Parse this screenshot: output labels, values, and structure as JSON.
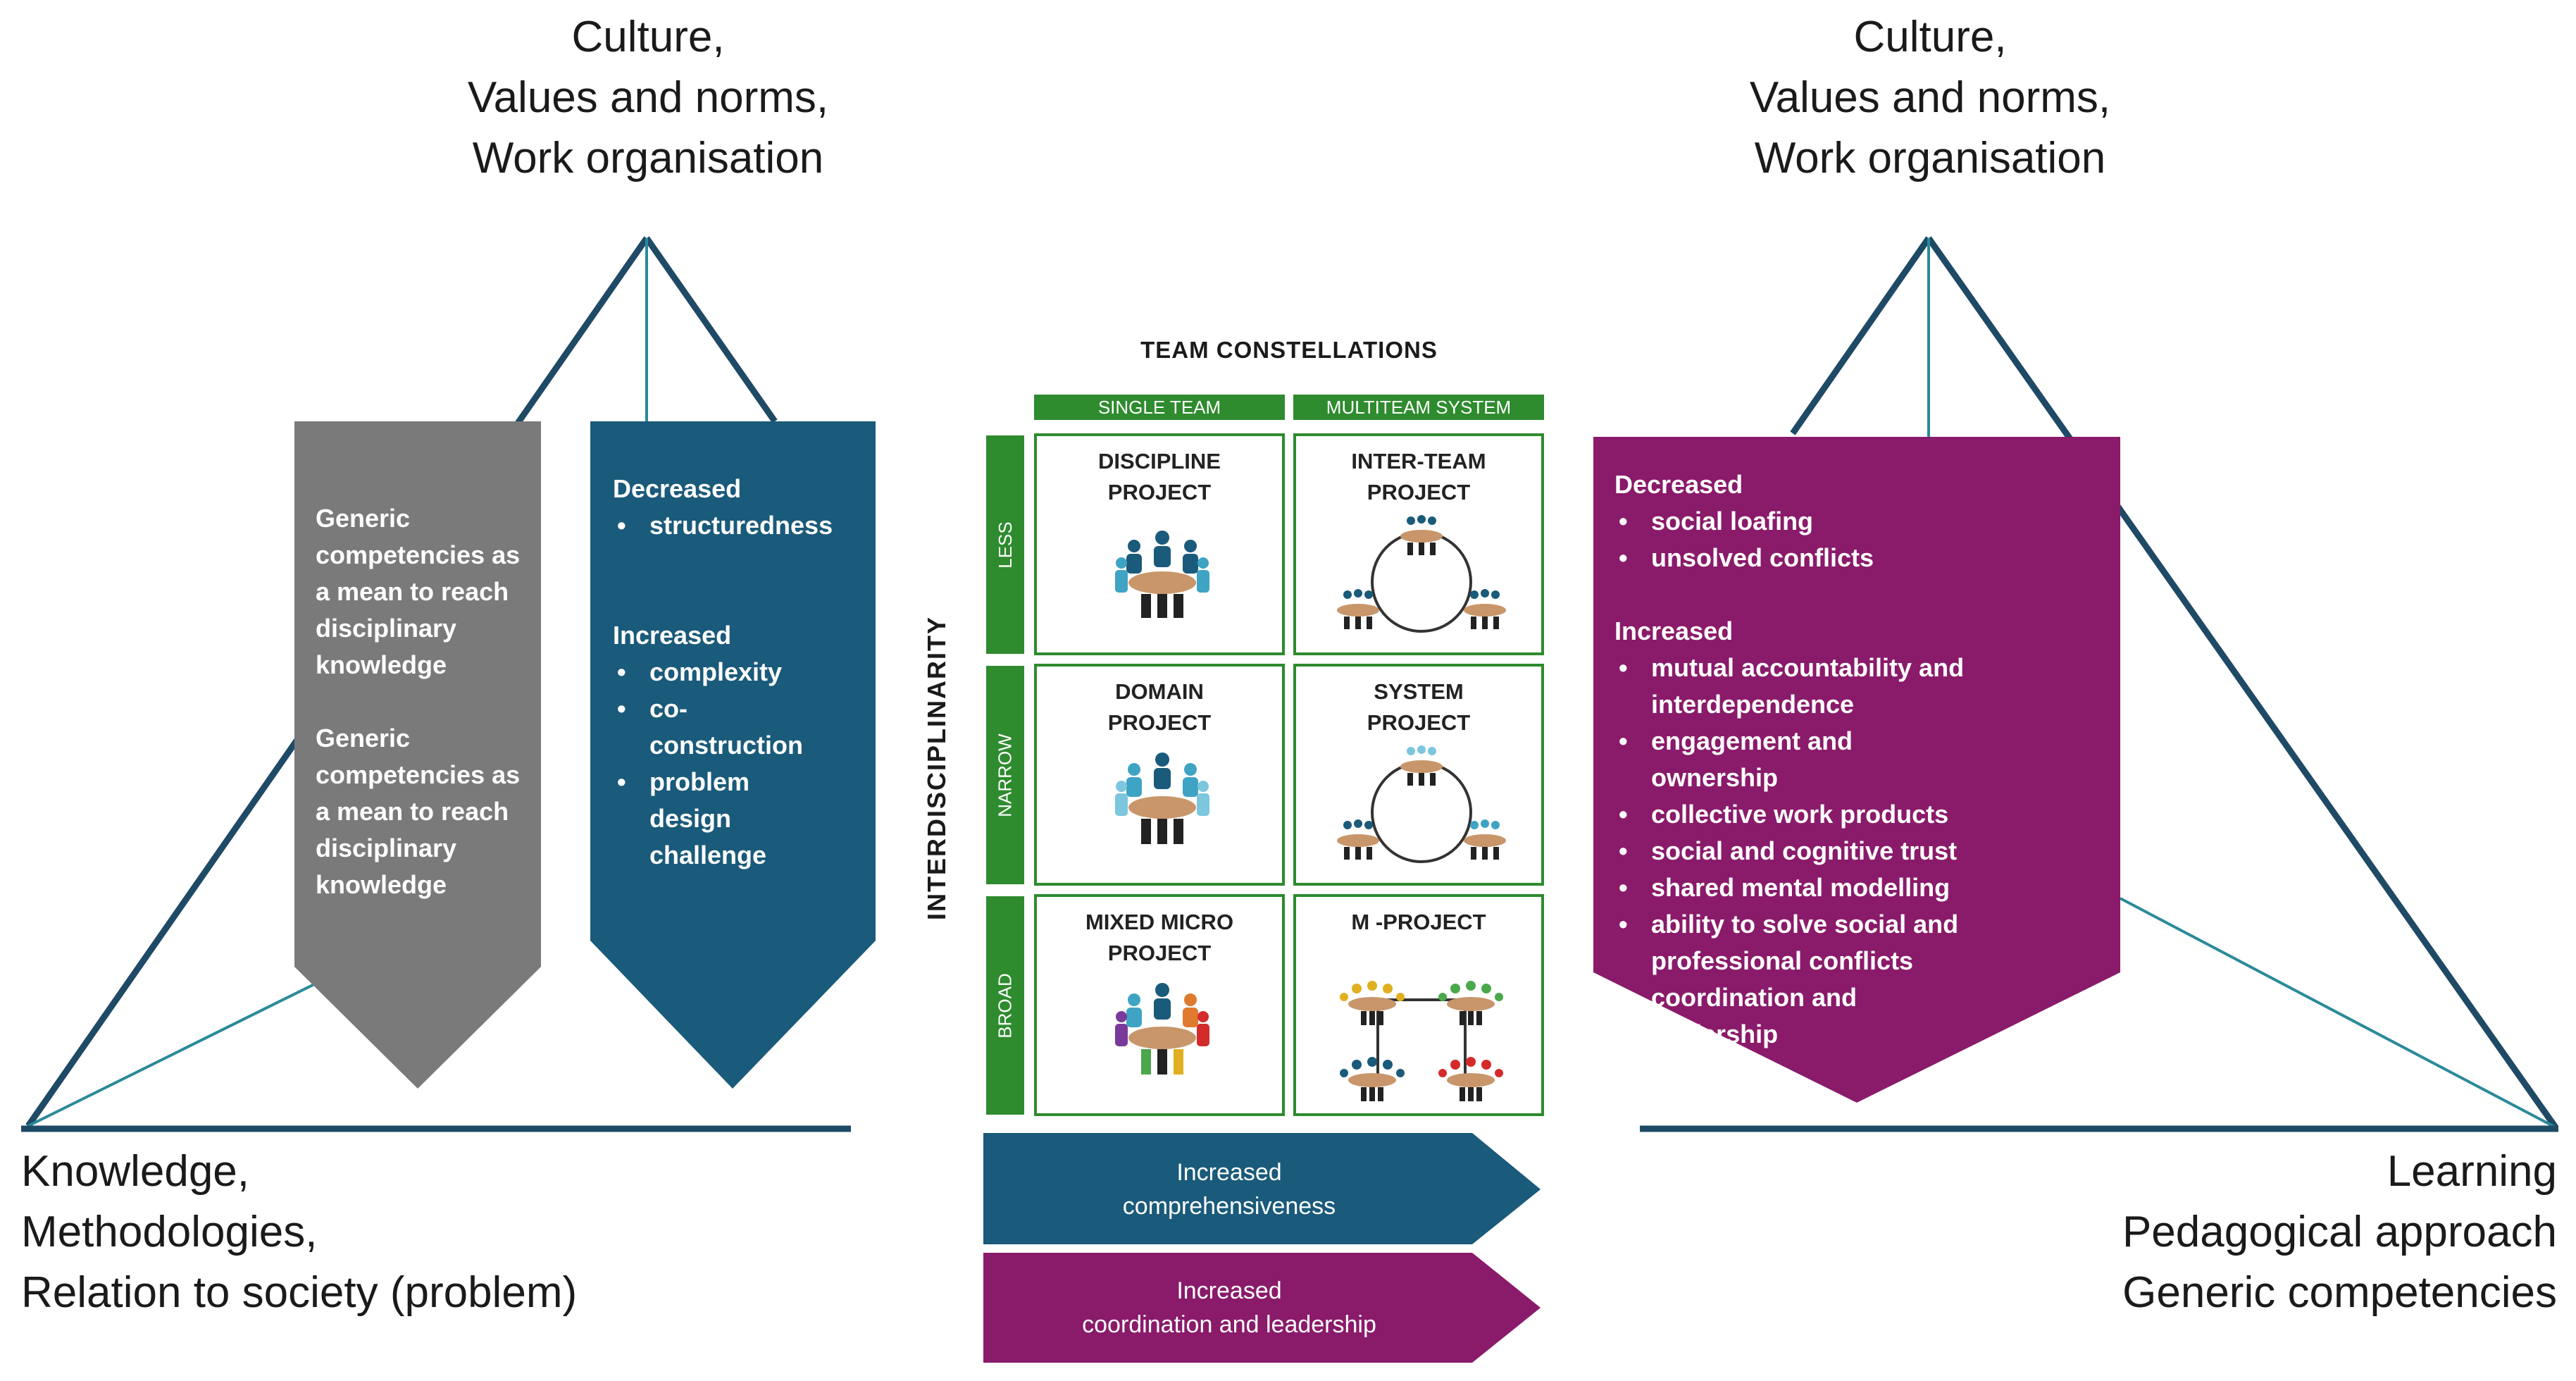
{
  "left_triangle": {
    "top_label": [
      "Culture,",
      "Values and norms,",
      "Work organisation"
    ],
    "bottom_left_label": [
      "Knowledge,",
      "Methodologies,",
      "Relation to society (problem)"
    ]
  },
  "right_triangle": {
    "top_label": [
      "Culture,",
      "Values and norms,",
      "Work organisation"
    ],
    "bottom_right_label": [
      "Learning",
      "Pedagogical approach",
      "Generic competencies"
    ]
  },
  "grey_shield": {
    "paragraphs": [
      "Generic competencies as a mean to reach disciplinary knowledge",
      "Generic competencies as a mean to reach disciplinary knowledge"
    ]
  },
  "blue_shield": {
    "decreased_heading": "Decreased",
    "decreased_items": [
      "structuredness"
    ],
    "increased_heading": "Increased",
    "increased_items": [
      "complexity",
      "co-construction",
      "problem design challenge"
    ]
  },
  "purple_shield": {
    "decreased_heading": "Decreased",
    "decreased_items": [
      "social loafing",
      "unsolved conflicts"
    ],
    "increased_heading": "Increased",
    "increased_items": [
      "mutual accountability and interdependence",
      "engagement and ownership",
      "collective work products",
      "social and cognitive trust",
      "shared mental modelling",
      "ability to solve social and professional conflicts",
      "coordination and leadership"
    ]
  },
  "team_constellations": {
    "title": "TEAM CONSTELLATIONS",
    "axis_label": "INTERDISCIPLINARITY",
    "columns": [
      "SINGLE TEAM",
      "MULTITEAM SYSTEM"
    ],
    "rows": [
      "LESS",
      "NARROW",
      "BROAD"
    ],
    "cells": [
      [
        "DISCIPLINE PROJECT",
        "INTER-TEAM PROJECT"
      ],
      [
        "DOMAIN PROJECT",
        "SYSTEM PROJECT"
      ],
      [
        "MIXED MICRO PROJECT",
        "M -PROJECT"
      ]
    ]
  },
  "arrows": {
    "comprehensiveness": [
      "Increased",
      "comprehensiveness"
    ],
    "coordination": [
      "Increased",
      "coordination and leadership"
    ]
  },
  "colors": {
    "navy_line": "#1e4a66",
    "teal_line": "#2a8a9a",
    "grey_shield": "#7a7a7a",
    "blue_shield": "#1a5a7a",
    "purple_shield": "#8a1a6a",
    "green": "#2e8b2e"
  }
}
